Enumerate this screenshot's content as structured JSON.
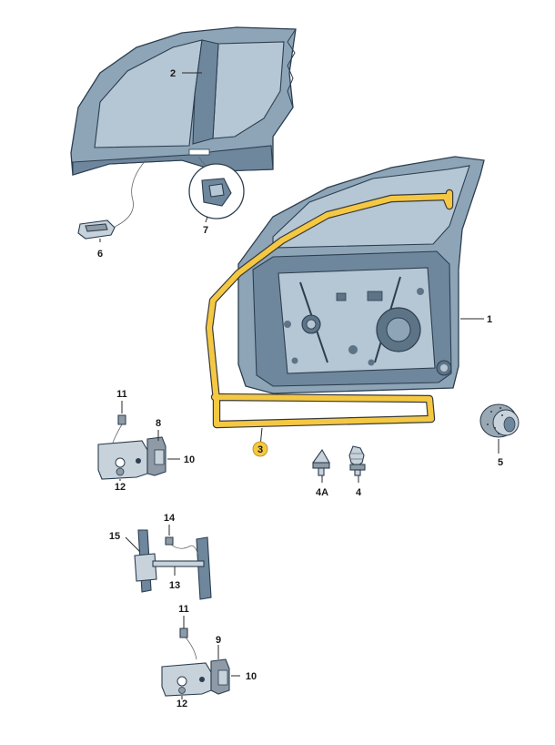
{
  "callouts": {
    "c1": "1",
    "c2": "2",
    "c3": "3",
    "c4": "4",
    "c4a": "4A",
    "c5": "5",
    "c6": "6",
    "c7": "7",
    "c8": "8",
    "c9": "9",
    "c10a": "10",
    "c10b": "10",
    "c11a": "11",
    "c11b": "11",
    "c12a": "12",
    "c12b": "12",
    "c13": "13",
    "c14": "14",
    "c15": "15"
  },
  "colors": {
    "highlight": "#f4c842",
    "panel": "#8ea5b8",
    "outline": "#2c3e50"
  }
}
